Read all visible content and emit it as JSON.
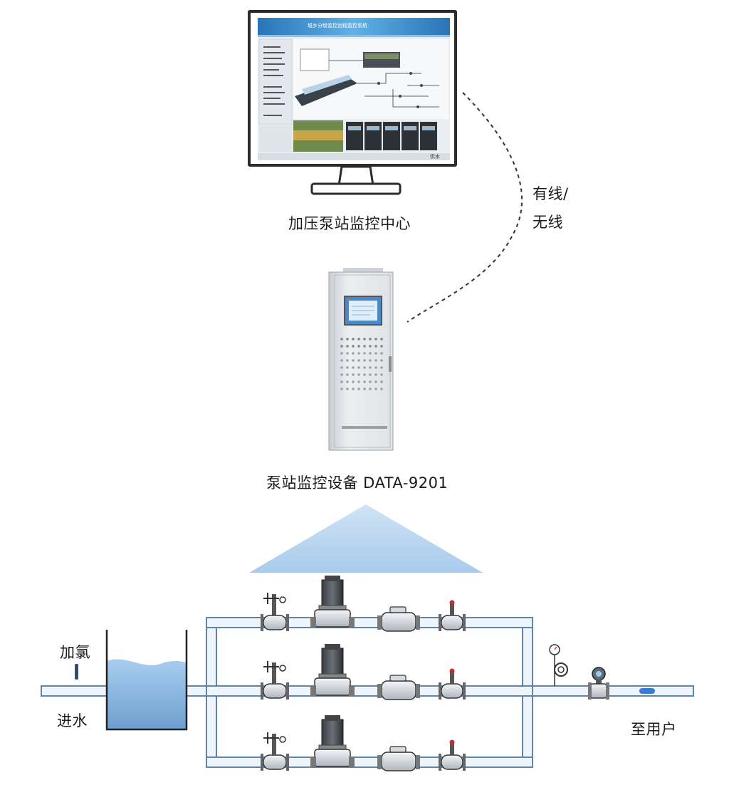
{
  "monitor_center": {
    "label": "加压泵站监控中心",
    "screen_title": "城乡分级监控远程监控系统",
    "screen_badge": "供水"
  },
  "link": {
    "line1": "有线/",
    "line2": "无线"
  },
  "cabinet": {
    "label": "泵站监控设备 DATA-9201"
  },
  "inlet": {
    "chlorine_label": "加氯",
    "water_in_label": "进水"
  },
  "outlet": {
    "to_user_label": "至用户"
  },
  "colors": {
    "pipe_fill": "#eef4f9",
    "pipe_stroke": "#5a86b0",
    "tank_water": "#8cb8e0",
    "signal_triangle": "#b9d6ef",
    "screen_frame": "#2b2b2b"
  },
  "pump_branches": [
    {
      "row": "top"
    },
    {
      "row": "middle"
    },
    {
      "row": "bottom"
    }
  ]
}
